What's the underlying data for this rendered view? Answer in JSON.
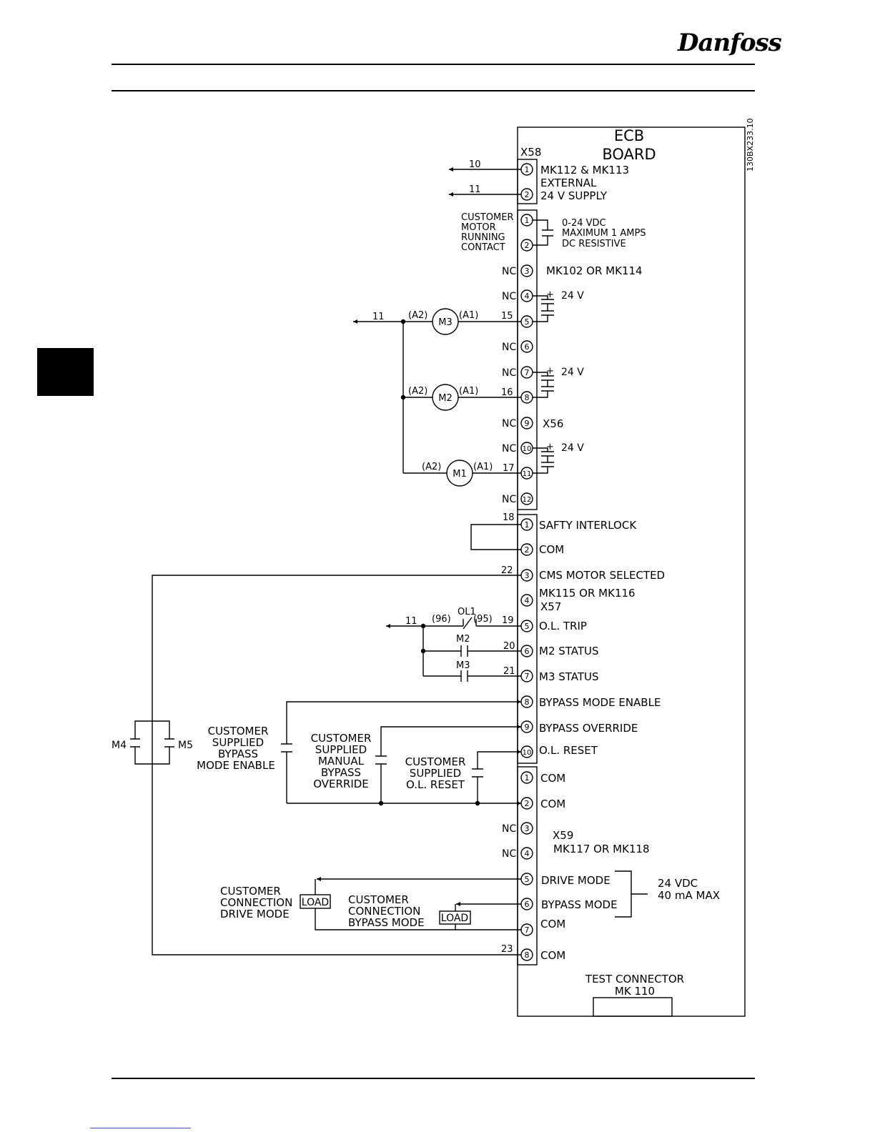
{
  "logo_text": "Danfoss",
  "drawing_id": "130BX233.10",
  "board": {
    "title1": "ECB",
    "title2": "BOARD"
  },
  "x58": {
    "label": "X58",
    "pins": [
      "1",
      "2"
    ],
    "wires": [
      "10",
      "11"
    ],
    "desc": [
      "MK112 & MK113",
      "EXTERNAL",
      "24 V SUPPLY"
    ]
  },
  "x56": {
    "label": "X56",
    "part": "MK102 OR MK114",
    "pins": [
      "1",
      "2",
      "3",
      "4",
      "5",
      "6",
      "7",
      "8",
      "9",
      "10",
      "11",
      "12"
    ],
    "nc": "NC",
    "customer_contact": [
      "CUSTOMER",
      "MOTOR",
      "RUNNING",
      "CONTACT"
    ],
    "contact_rating": [
      "0-24 VDC",
      "MAXIMUM 1 AMPS",
      "DC RESISTIVE"
    ],
    "plus": "+",
    "supply": "24 V",
    "coils": [
      {
        "name": "M3",
        "a1": "(A1)",
        "a2": "(A2)",
        "wire": "15"
      },
      {
        "name": "M2",
        "a1": "(A1)",
        "a2": "(A2)",
        "wire": "16"
      },
      {
        "name": "M1",
        "a1": "(A1)",
        "a2": "(A2)",
        "wire": "17"
      }
    ],
    "return_wire": "11"
  },
  "x57": {
    "label": "X57",
    "part": "MK115 OR MK116",
    "pins": [
      "1",
      "2",
      "3",
      "4",
      "5",
      "6",
      "7",
      "8",
      "9",
      "10"
    ],
    "signals": [
      "SAFTY INTERLOCK",
      "COM",
      "CMS MOTOR SELECTED",
      "",
      "O.L. TRIP",
      "M2 STATUS",
      "M3 STATUS",
      "BYPASS MODE ENABLE",
      "BYPASS OVERRIDE",
      "O.L. RESET"
    ],
    "wires": {
      "w18": "18",
      "w22": "22",
      "w19": "19",
      "w20": "20",
      "w21": "21",
      "w11": "11"
    },
    "ol1": {
      "name": "OL1",
      "t96": "(96)",
      "t95": "(95)"
    },
    "m2": "M2",
    "m3": "M3",
    "m4": "M4",
    "m5": "M5",
    "cust_bypass_enable": [
      "CUSTOMER",
      "SUPPLIED",
      "BYPASS",
      "MODE ENABLE"
    ],
    "cust_override": [
      "CUSTOMER",
      "SUPPLIED",
      "MANUAL",
      "BYPASS",
      "OVERRIDE"
    ],
    "cust_reset": [
      "CUSTOMER",
      "SUPPLIED",
      "O.L. RESET"
    ]
  },
  "x59": {
    "label": "X59",
    "part": "MK117 OR MK118",
    "pins": [
      "1",
      "2",
      "3",
      "4",
      "5",
      "6",
      "7",
      "8"
    ],
    "signals": [
      "COM",
      "COM",
      "",
      "",
      "DRIVE MODE",
      "BYPASS MODE",
      "COM",
      "COM"
    ],
    "nc": "NC",
    "w23": "23",
    "load": "LOAD",
    "cust_drive": [
      "CUSTOMER",
      "CONNECTION",
      "DRIVE MODE"
    ],
    "cust_bypass": [
      "CUSTOMER",
      "CONNECTION",
      "BYPASS MODE"
    ],
    "rating": [
      "24 VDC",
      "40 mA MAX"
    ]
  },
  "test_connector": [
    "TEST CONNECTOR",
    "MK 110"
  ]
}
